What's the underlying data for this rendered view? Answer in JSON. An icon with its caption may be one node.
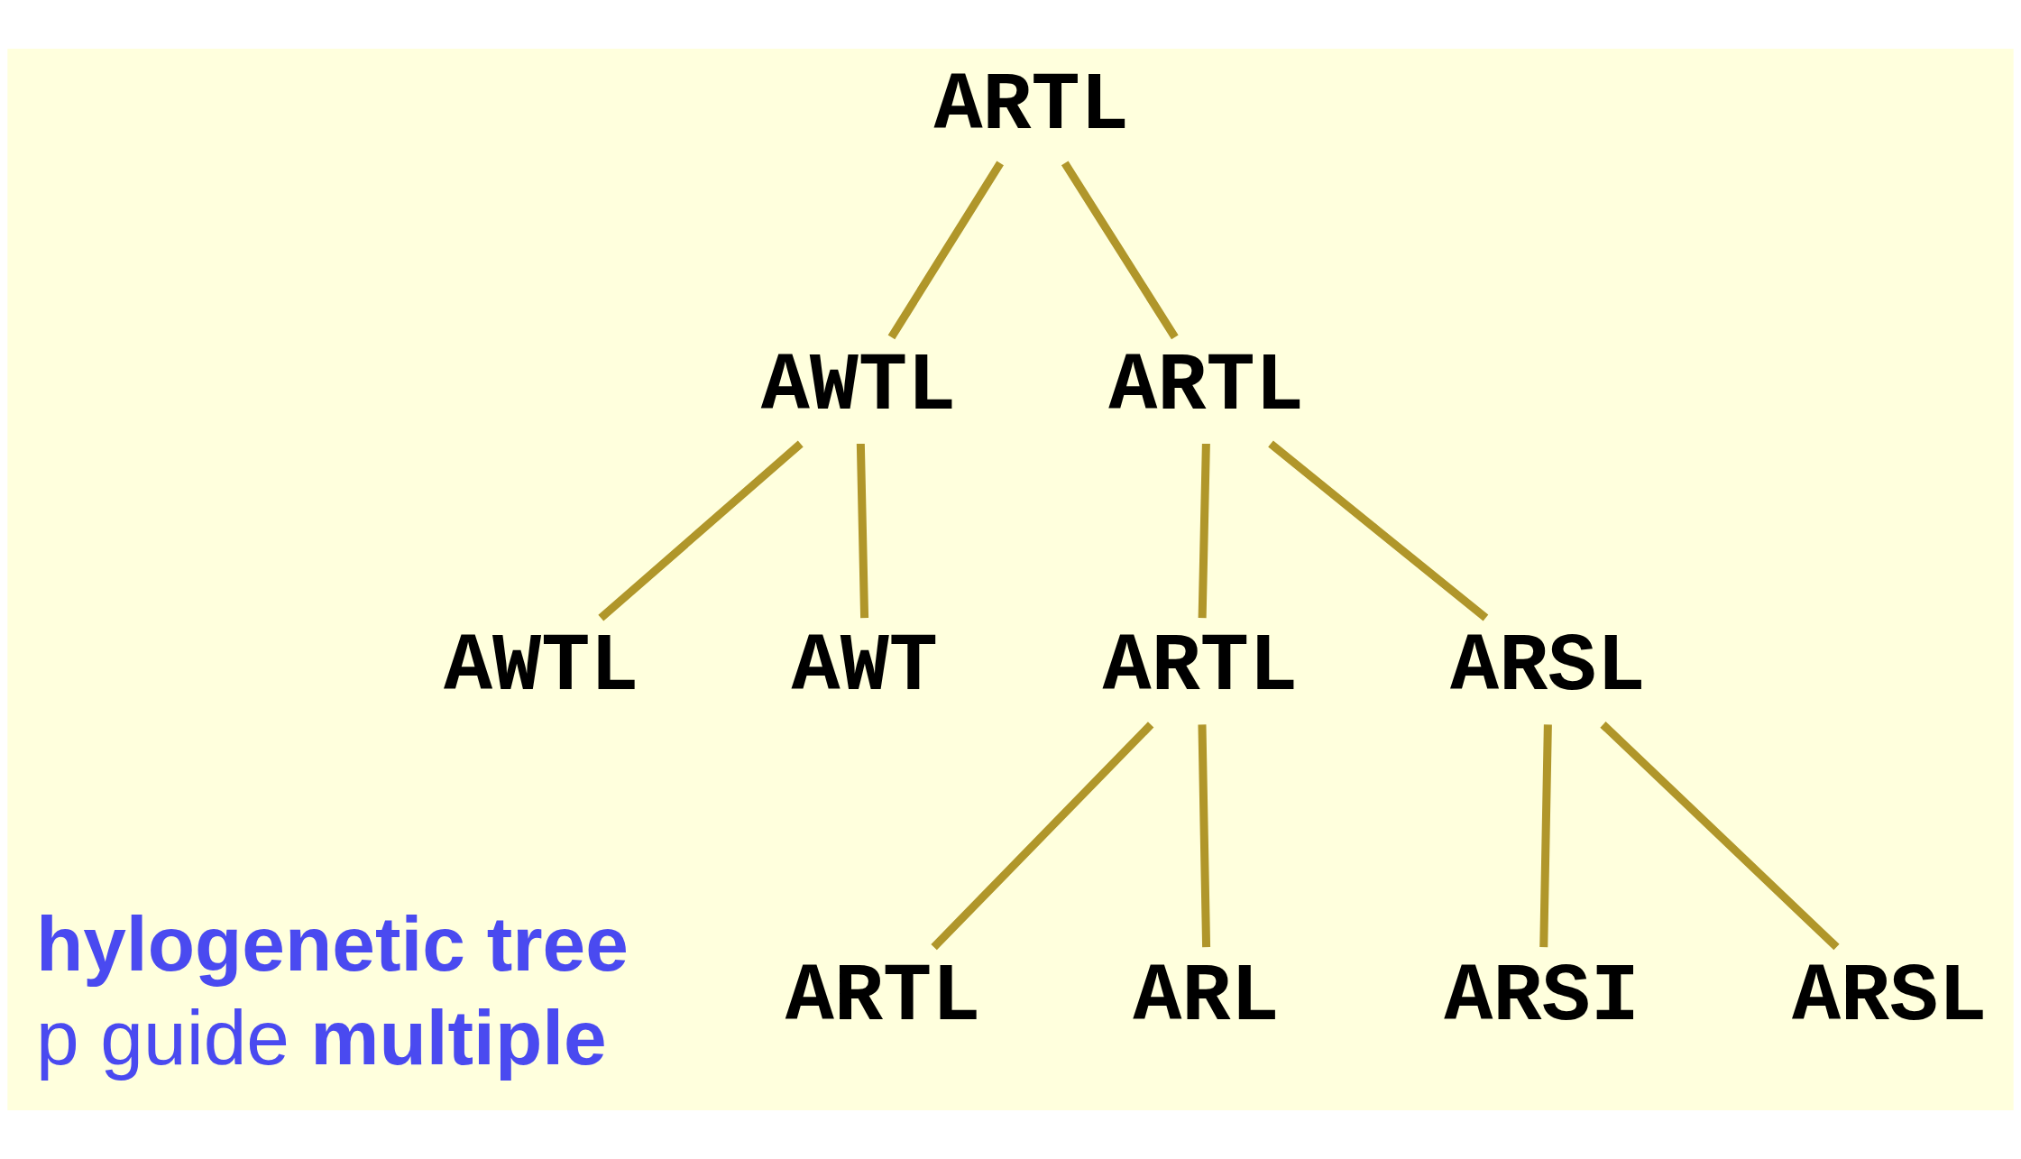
{
  "diagram": {
    "nodes": [
      {
        "text": [
          "ARTL"
        ]
      },
      {
        "text": [
          "AWTL"
        ]
      },
      {
        "text": [
          "ARTL"
        ]
      },
      {
        "text": [
          "AWTL"
        ]
      },
      {
        "text": [
          "AWT"
        ]
      },
      {
        "text": [
          "ARTL"
        ]
      },
      {
        "text": [
          "ARSL"
        ]
      },
      {
        "text": [
          "ARTL"
        ]
      },
      {
        "text": [
          "ARL"
        ]
      },
      {
        "text": [
          "ARSL"
        ]
      },
      {
        "text": [
          "ARSI"
        ]
      }
    ],
    "edges": [
      {
        "from": 0,
        "to": 1,
        "arrow": "none"
      },
      {
        "from": 0,
        "to": 2,
        "arrow": "none"
      },
      {
        "from": 1,
        "to": 3,
        "arrow": "none"
      },
      {
        "from": 1,
        "to": 4,
        "arrow": "none"
      },
      {
        "from": 2,
        "to": 5,
        "arrow": "none"
      },
      {
        "from": 2,
        "to": 6,
        "arrow": "none"
      },
      {
        "from": 5,
        "to": 7,
        "arrow": "none"
      },
      {
        "from": 5,
        "to": 8,
        "arrow": "none"
      },
      {
        "from": 6,
        "to": 9,
        "arrow": "none"
      },
      {
        "from": 6,
        "to": 10,
        "arrow": "none"
      }
    ],
    "labels": [
      "**hylogenetic tree**",
      "p guide **multiple**"
    ]
  }
}
